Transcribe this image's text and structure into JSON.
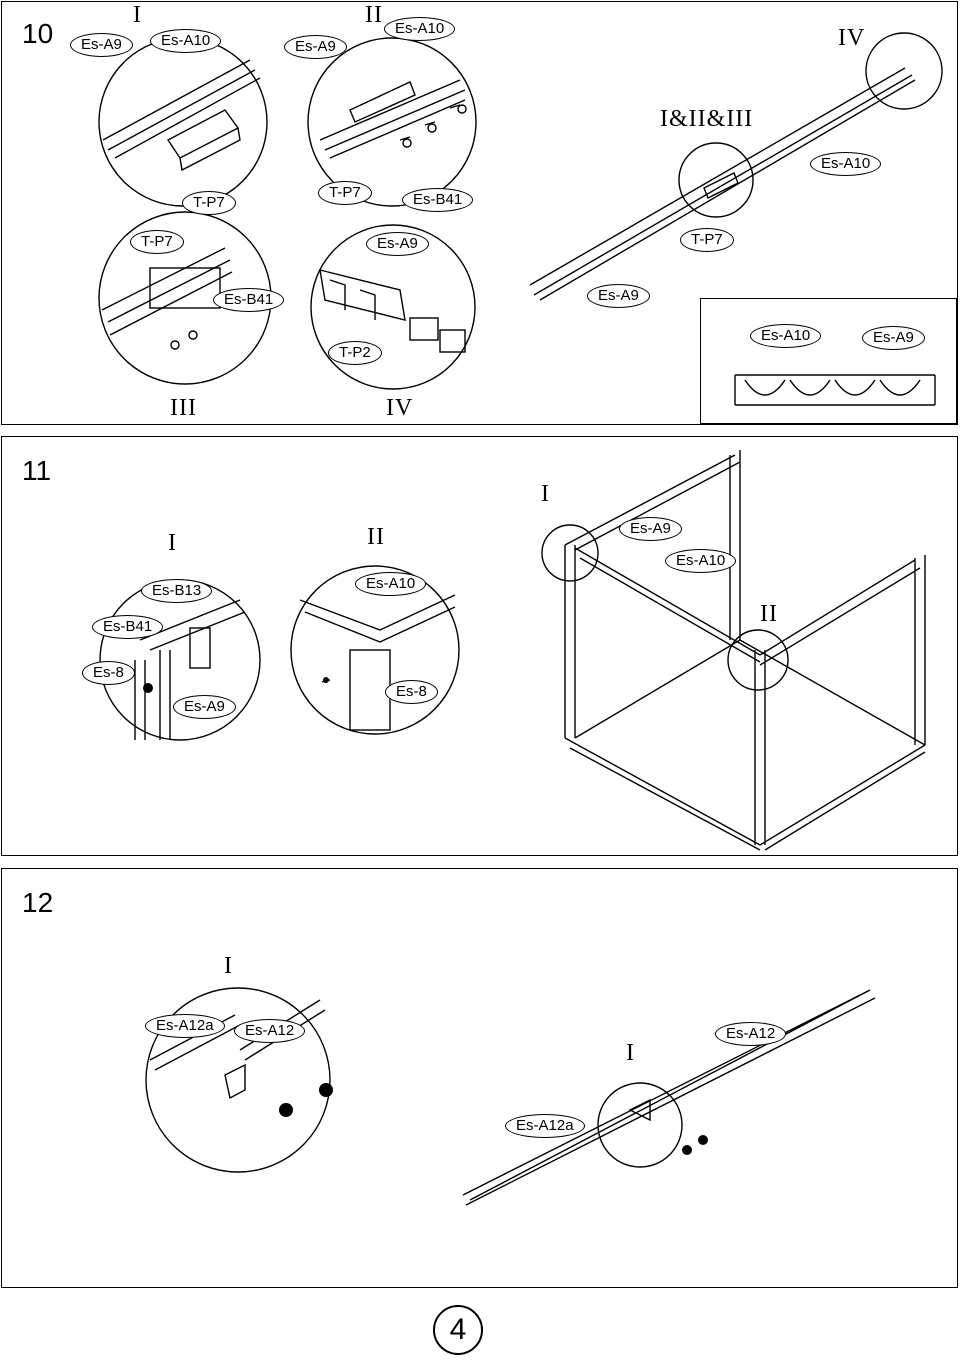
{
  "steps": {
    "s10": {
      "number": "10",
      "romans": {
        "i": "I",
        "ii": "II",
        "iv": "IV",
        "iiiiii": "I&II&III",
        "iii_b": "III",
        "iv_b": "IV"
      },
      "labels": {
        "a_esa9": "Es-A9",
        "a_esa10": "Es-A10",
        "a_tp7": "T-P7",
        "b_esa9": "Es-A9",
        "b_esa10": "Es-A10",
        "b_tp7": "T-P7",
        "b_esb41": "Es-B41",
        "c_tp7": "T-P7",
        "c_esb41": "Es-B41",
        "d_esa9": "Es-A9",
        "d_tp2": "T-P2",
        "e_esa10": "Es-A10",
        "e_tp7": "T-P7",
        "e_esa9": "Es-A9",
        "f_esa10": "Es-A10",
        "f_esa9": "Es-A9"
      }
    },
    "s11": {
      "number": "11",
      "romans": {
        "i": "I",
        "ii": "II",
        "i_main": "I",
        "ii_main": "II"
      },
      "labels": {
        "a_esb13": "Es-B13",
        "a_esb41": "Es-B41",
        "a_es8": "Es-8",
        "a_esa9": "Es-A9",
        "b_esa10": "Es-A10",
        "b_es8": "Es-8",
        "c_esa9": "Es-A9",
        "c_esa10": "Es-A10"
      }
    },
    "s12": {
      "number": "12",
      "romans": {
        "i": "I",
        "i_main": "I"
      },
      "labels": {
        "a_esa12a": "Es-A12a",
        "a_esa12": "Es-A12",
        "b_esa12": "Es-A12",
        "b_esa12a": "Es-A12a"
      }
    }
  },
  "page_number": "4"
}
